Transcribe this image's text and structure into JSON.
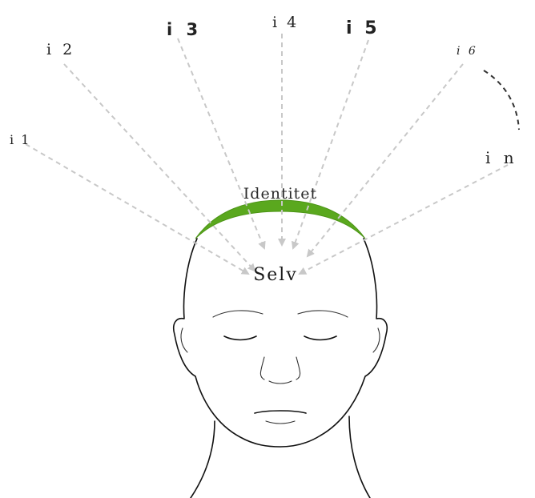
{
  "labels": {
    "i1": "i 1",
    "i2": "i 2",
    "i3": "i 3",
    "i4": "i 4",
    "i5": "i 5",
    "i6": "i 6",
    "in": "i n"
  },
  "center": {
    "identity": "Identitet",
    "self": "Selv"
  },
  "colors": {
    "identity_band": "#5aa81e",
    "arrow": "#c8c8c8",
    "outline": "#111111"
  }
}
